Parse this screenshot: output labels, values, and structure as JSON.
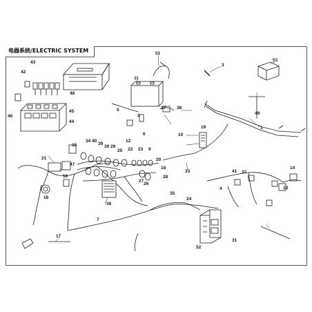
{
  "diagram": {
    "title": "电器系统/ELECTRIC SYSTEM",
    "callouts": [
      "51",
      "3",
      "53",
      "11",
      "43",
      "42",
      "48",
      "45",
      "46",
      "44",
      "49",
      "1",
      "2",
      "37",
      "38",
      "5",
      "12",
      "6",
      "19",
      "10",
      "22",
      "23",
      "9",
      "20",
      "18",
      "34",
      "40",
      "39",
      "30",
      "29",
      "25",
      "21",
      "47",
      "50",
      "26",
      "27",
      "28",
      "33",
      "35",
      "36",
      "41",
      "32",
      "14",
      "13",
      "4",
      "15",
      "16",
      "17",
      "7",
      "24",
      "31",
      "52"
    ]
  },
  "colors": {
    "line": "#1a1a1a",
    "frame": "#555555",
    "background": "#ffffff"
  }
}
